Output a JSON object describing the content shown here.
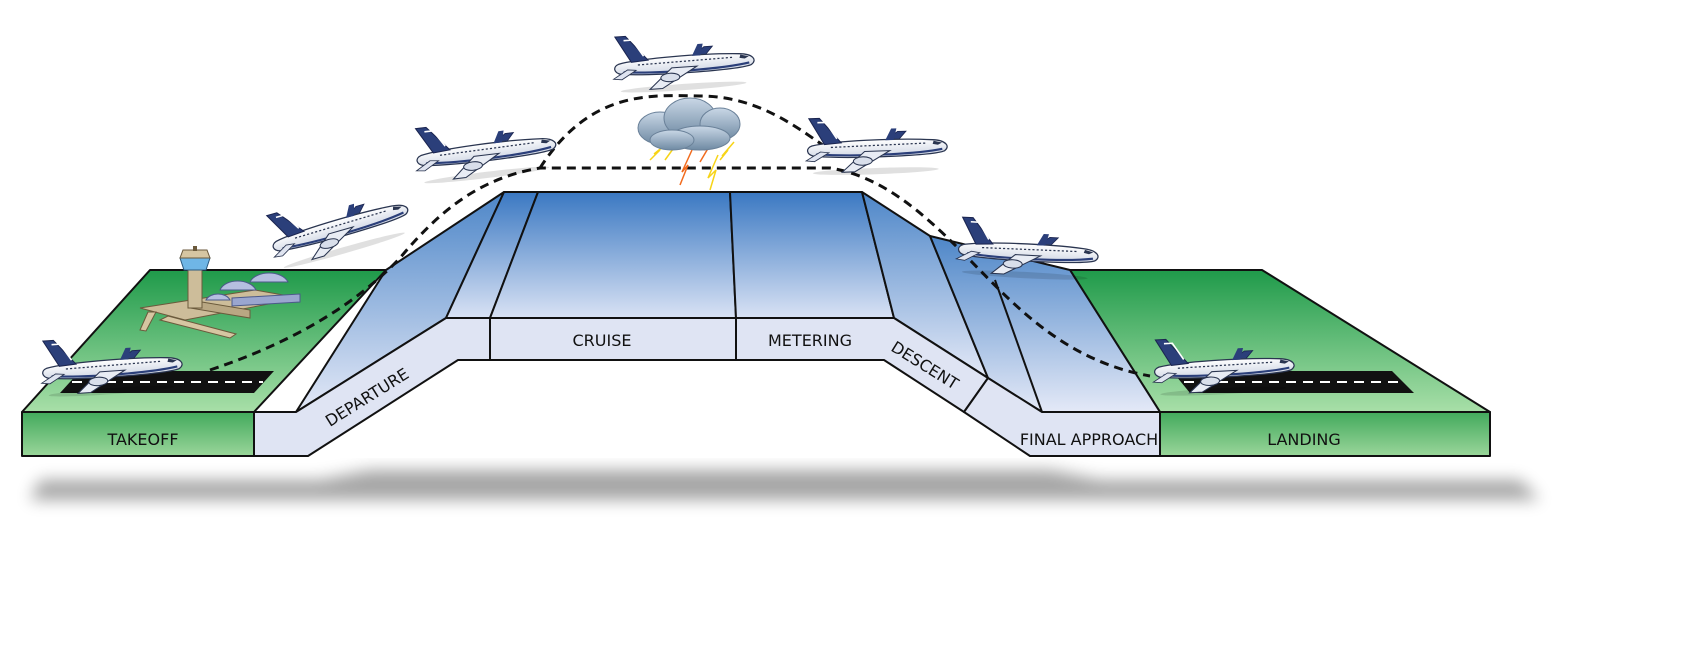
{
  "phases": [
    {
      "id": "takeoff",
      "label": "TAKEOFF"
    },
    {
      "id": "departure",
      "label": "DEPARTURE"
    },
    {
      "id": "cruise",
      "label": "CRUISE"
    },
    {
      "id": "metering",
      "label": "METERING"
    },
    {
      "id": "descent",
      "label": "DESCENT"
    },
    {
      "id": "final-approach",
      "label": "FINAL APPROACH"
    },
    {
      "id": "landing",
      "label": "LANDING"
    }
  ],
  "colors": {
    "ground_top": "#1f9a4a",
    "ground_bottom": "#a8dfa8",
    "sky_top": "#3a78c2",
    "sky_bottom": "#d9e2f4",
    "band_face": "#dfe4f3",
    "tarmac": "#111111",
    "flight_path": "#111111"
  },
  "icons": {
    "aircraft": "airplane-icon",
    "weather": "thunderstorm-icon",
    "airport": "airport-terminal-icon"
  }
}
